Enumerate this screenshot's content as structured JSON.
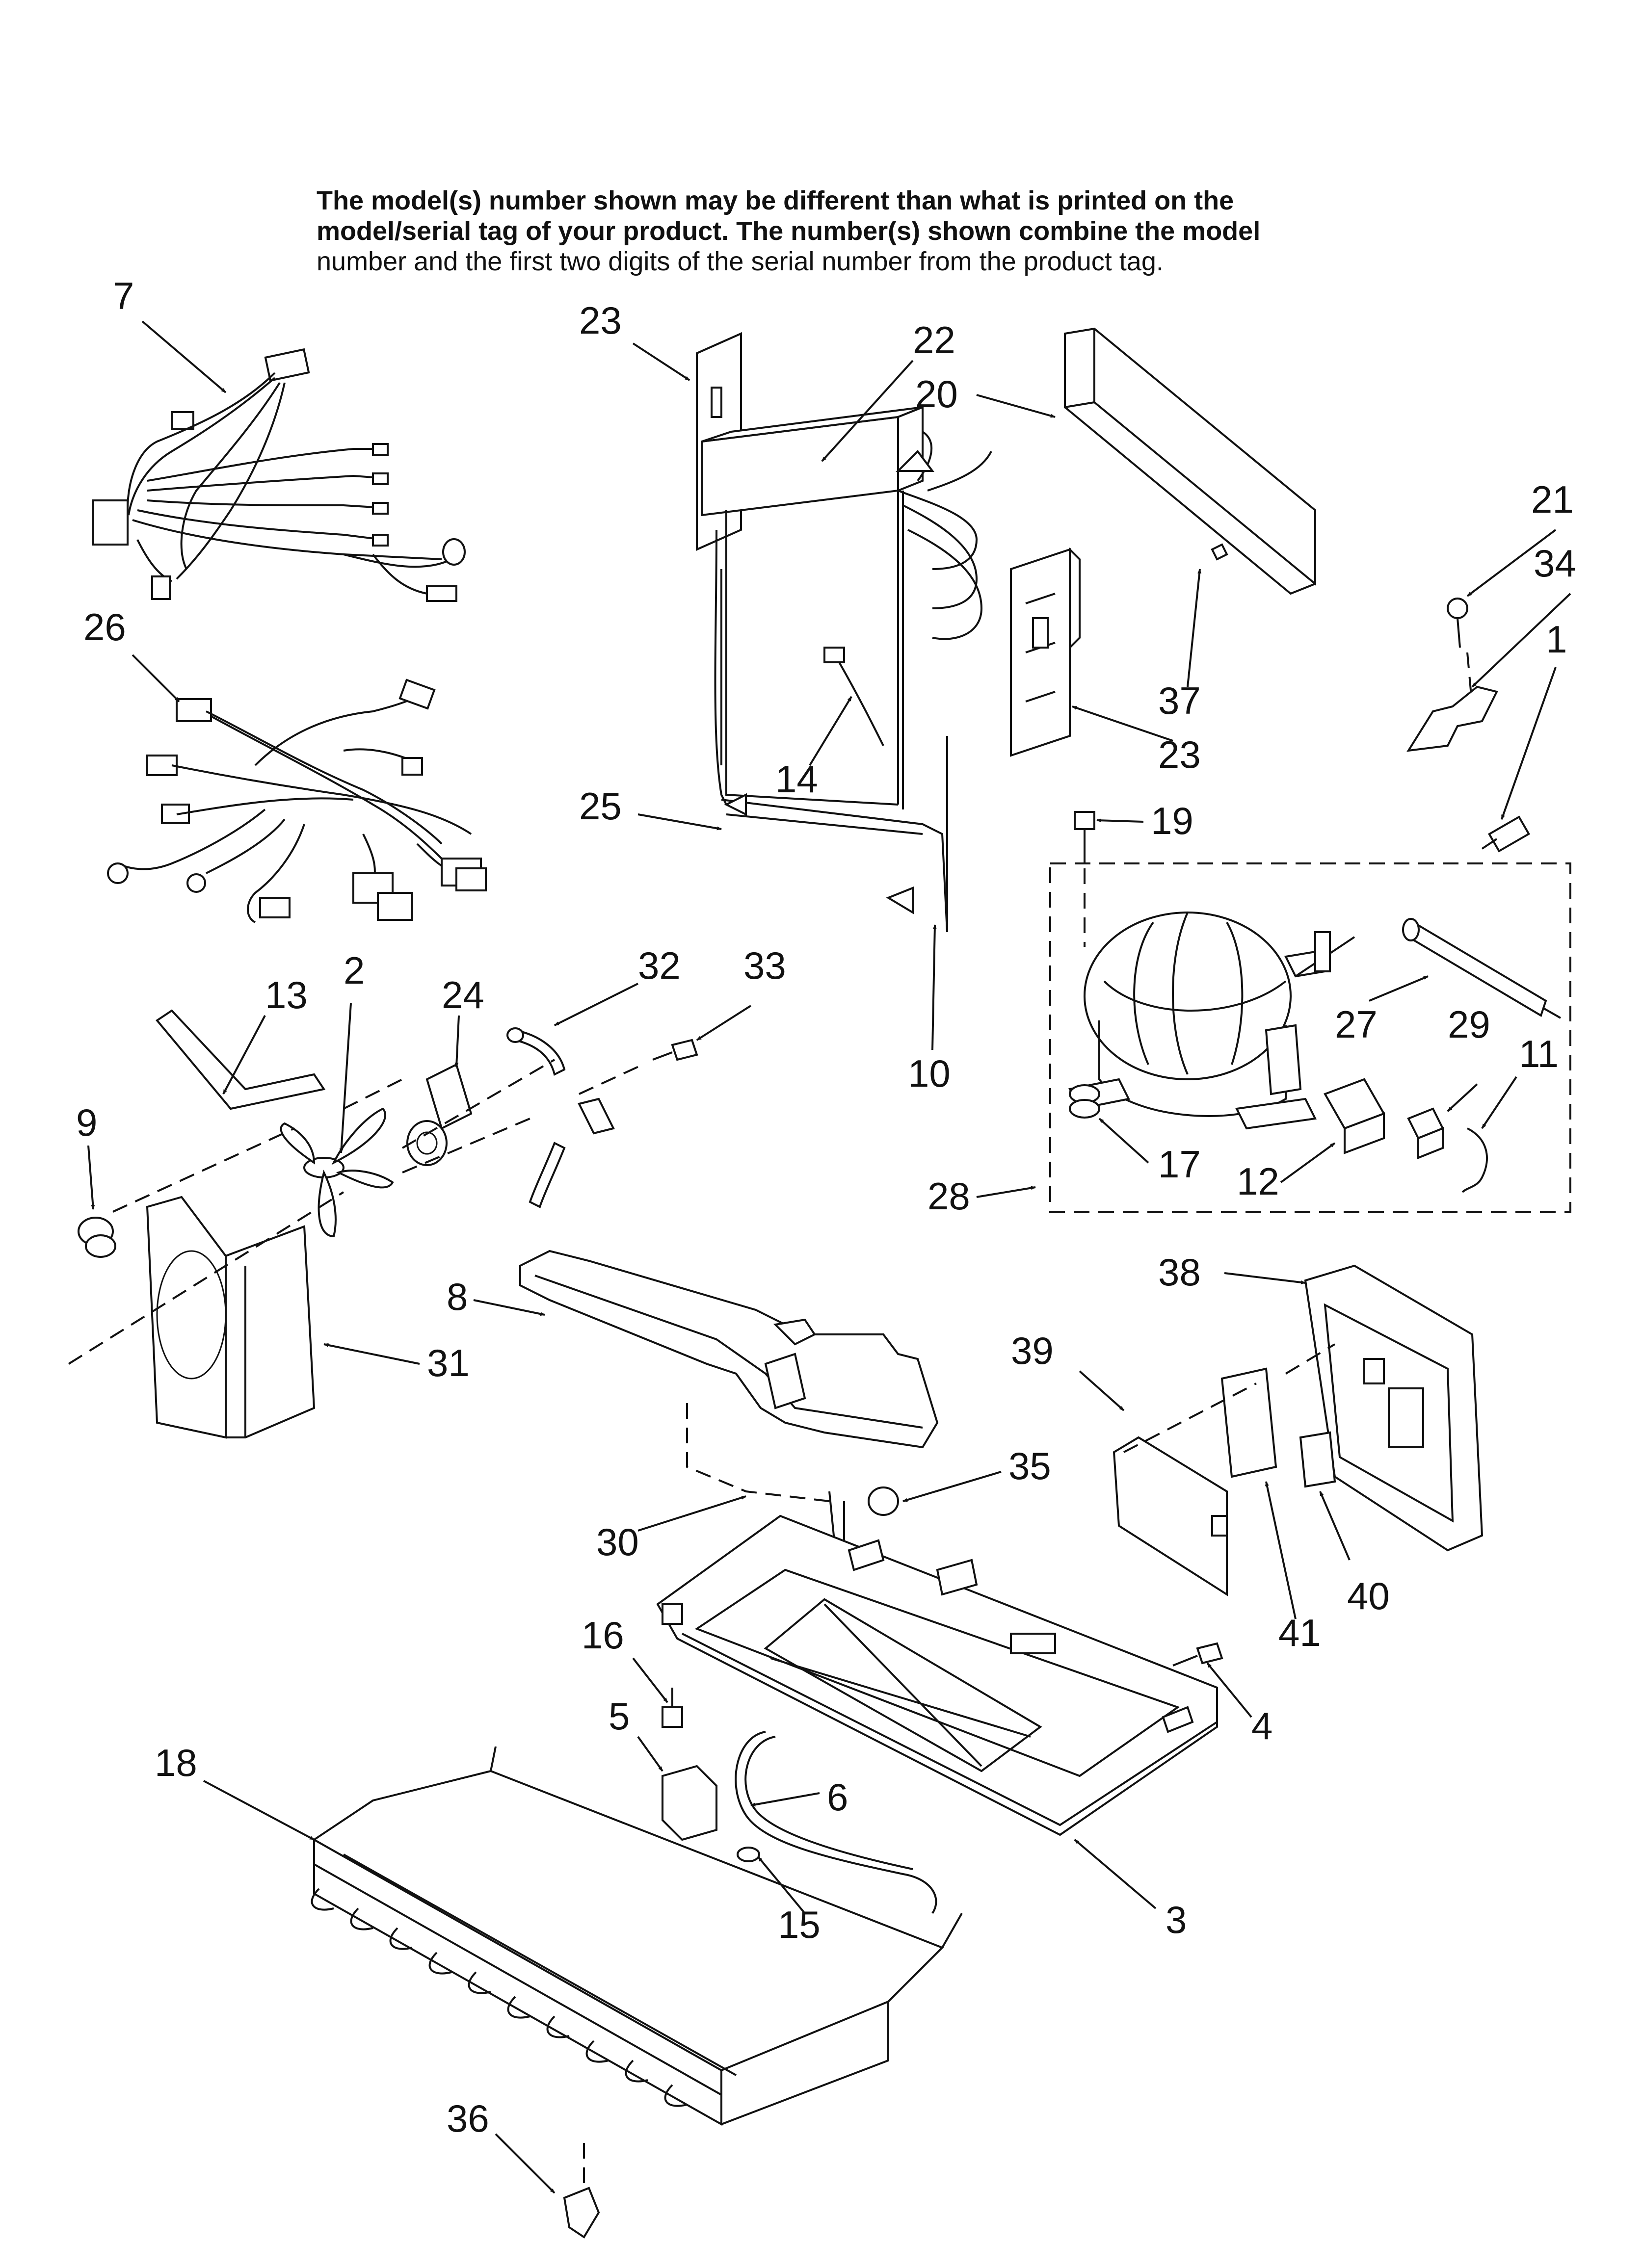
{
  "note": {
    "line1": "The model(s) number shown may be different than what is printed on the",
    "line2": "model/serial tag of your product. The number(s) shown combine the model",
    "line3": "number and the first two digits of the serial number from the product tag."
  },
  "callouts": [
    "7",
    "26",
    "23",
    "22",
    "20",
    "21",
    "34",
    "1",
    "25",
    "14",
    "37",
    "23",
    "19",
    "13",
    "2",
    "24",
    "32",
    "33",
    "9",
    "10",
    "27",
    "29",
    "11",
    "17",
    "12",
    "28",
    "8",
    "31",
    "38",
    "39",
    "35",
    "30",
    "41",
    "40",
    "16",
    "4",
    "5",
    "6",
    "18",
    "15",
    "3",
    "36"
  ],
  "colors": {
    "ink": "#111111",
    "background": "#ffffff"
  }
}
